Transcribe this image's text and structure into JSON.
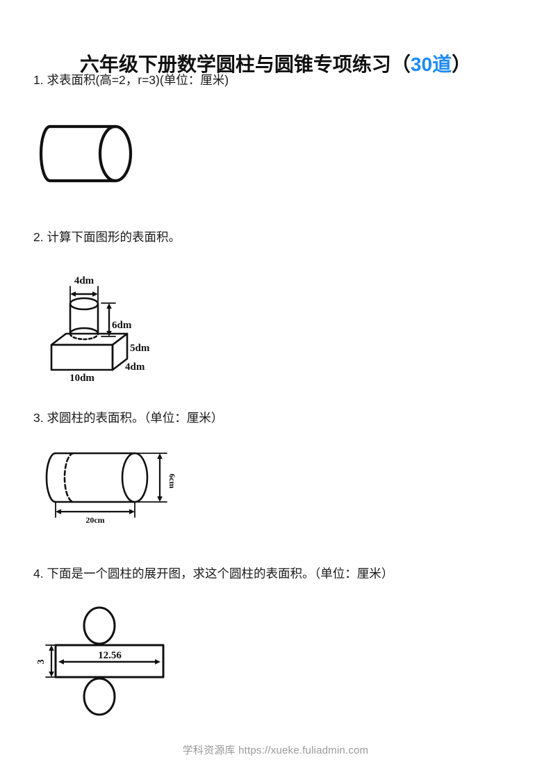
{
  "document": {
    "title_main": "六年级下册数学圆柱与圆锥专项练习",
    "title_paren_open": "（",
    "title_count": "30道",
    "title_paren_close": "）",
    "accent_color": "#1f8bf5",
    "text_color": "#1a1a1a",
    "page_background": "#ffffff"
  },
  "questions": [
    {
      "number": "1.",
      "text": "求表面积(高=2，r=3)(单位：厘米)",
      "figure": {
        "kind": "cylinder-horizontal",
        "labels": []
      }
    },
    {
      "number": "2.",
      "text": "计算下面图形的表面积。",
      "figure": {
        "kind": "cuboid-with-cylinder",
        "labels": [
          {
            "name": "cylinder-diameter",
            "value": "4dm"
          },
          {
            "name": "cylinder-height",
            "value": "6dm"
          },
          {
            "name": "cuboid-height",
            "value": "5dm"
          },
          {
            "name": "cuboid-depth",
            "value": "4dm"
          },
          {
            "name": "cuboid-width",
            "value": "10dm"
          }
        ]
      }
    },
    {
      "number": "3.",
      "text": "求圆柱的表面积。（单位：厘米）",
      "figure": {
        "kind": "cylinder-horizontal-dimensioned",
        "labels": [
          {
            "name": "cylinder-diameter",
            "value": "6cm"
          },
          {
            "name": "cylinder-length",
            "value": "20cm"
          }
        ]
      }
    },
    {
      "number": "4.",
      "text": "下面是一个圆柱的展开图，求这个圆柱的表面积。（单位：厘米）",
      "figure": {
        "kind": "cylinder-net",
        "labels": [
          {
            "name": "rectangle-width",
            "value": "12.56"
          },
          {
            "name": "rectangle-height",
            "value": "3"
          }
        ]
      }
    }
  ],
  "figure_labels": {
    "fig2_diameter": "4dm",
    "fig2_cyl_height": "6dm",
    "fig2_box_height": "5dm",
    "fig2_box_depth": "4dm",
    "fig2_box_width": "10dm",
    "fig3_diameter": "6cm",
    "fig3_length": "20cm",
    "fig4_width": "12.56",
    "fig4_height": "3"
  },
  "footer": {
    "site_name": "学科资源库",
    "url": "https://xueke.fuliadmin.com",
    "full": "学科资源库 https://xueke.fuliadmin.com"
  }
}
